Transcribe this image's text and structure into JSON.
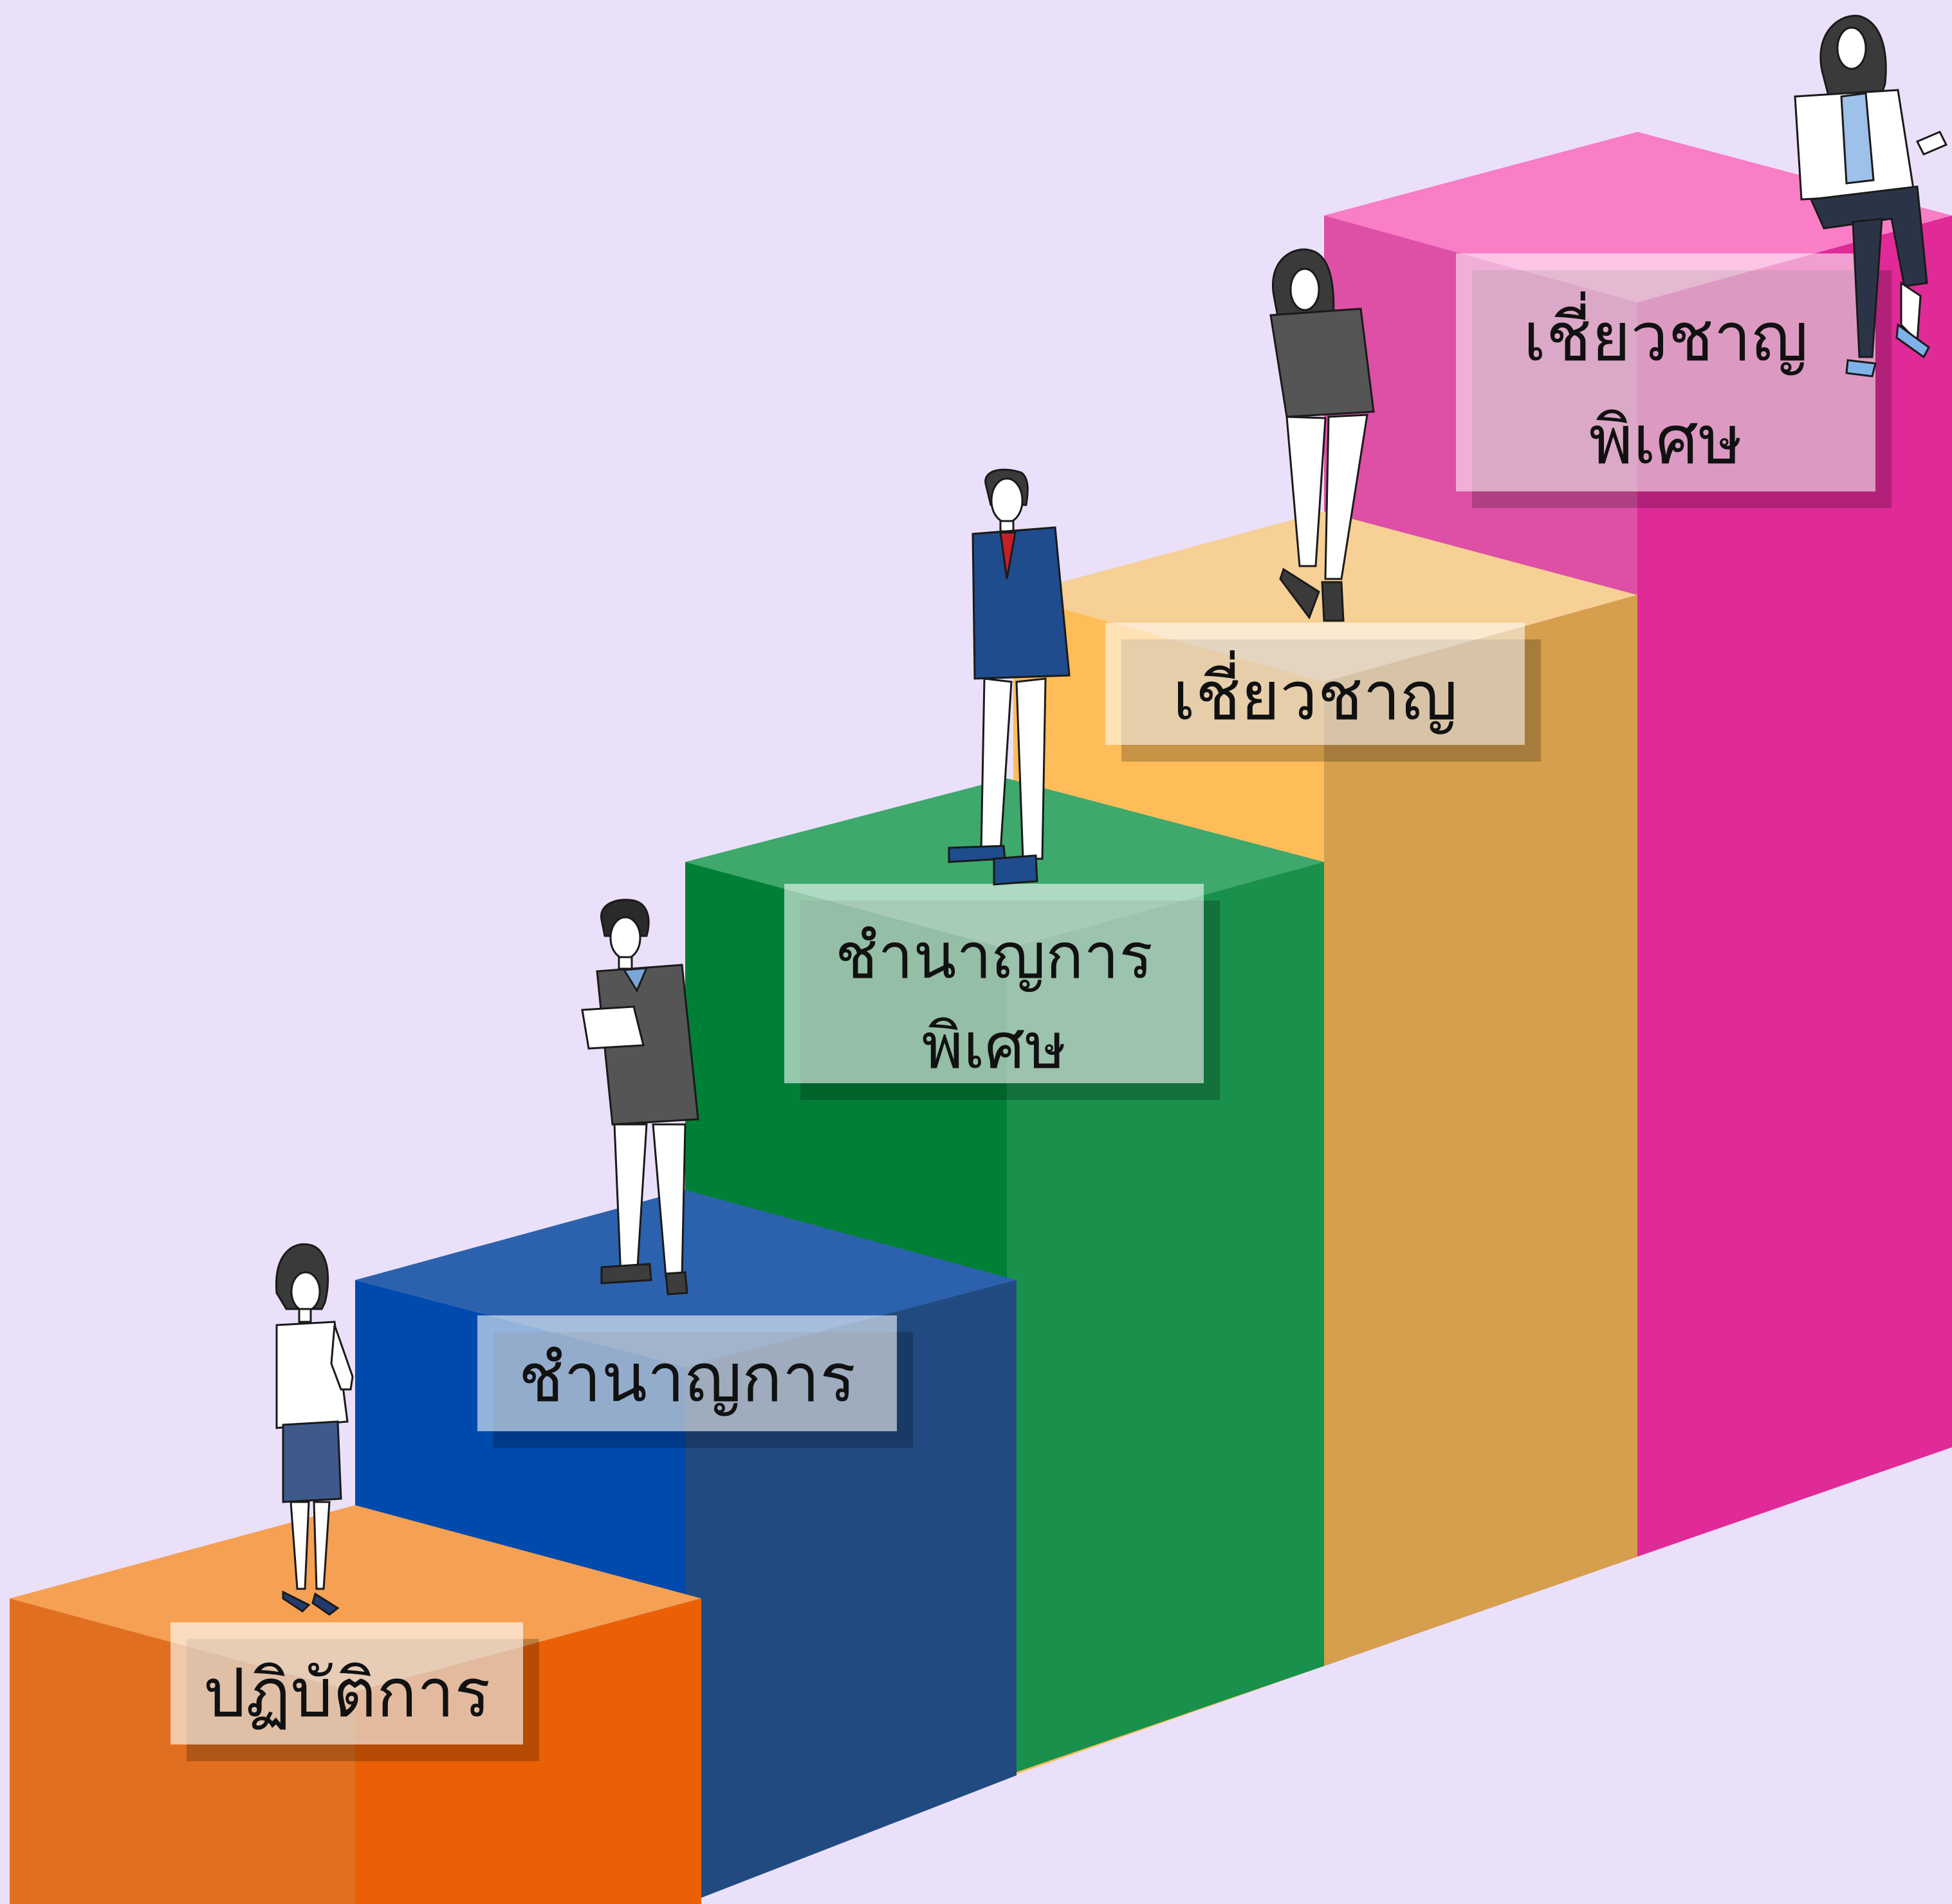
{
  "background_color": "#ebe0fa",
  "steps": [
    {
      "id": "practitioner",
      "lines": [
        "ปฏิบัติการ"
      ],
      "colors": {
        "top": "#f5a052",
        "left": "#e07020",
        "front": "#eb6005",
        "right": "#eb6005"
      },
      "person": "woman-white-jacket-skirt"
    },
    {
      "id": "professional",
      "lines": [
        "ชำนาญการ"
      ],
      "colors": {
        "top": "#2c62ad",
        "left": "#004aad",
        "front": "#214b80",
        "right": "#214b80"
      },
      "person": "man-grey-suit-tablet"
    },
    {
      "id": "senior-professional",
      "lines": [
        "ชำนาญการ",
        "พิเศษ"
      ],
      "colors": {
        "top": "#3ea86d",
        "left": "#008037",
        "front": "#19914d",
        "right": "#19914d"
      },
      "person": "man-navy-suit-red-tie"
    },
    {
      "id": "expert",
      "lines": [
        "เชี่ยวชาญ"
      ],
      "colors": {
        "top": "#f6d095",
        "left": "#ffbd59",
        "front": "#d59f4d",
        "right": "#d59f4d"
      },
      "person": "woman-grey-blazer"
    },
    {
      "id": "advisory",
      "lines": [
        "เชี่ยวชาญ",
        "พิเศษ"
      ],
      "colors": {
        "top": "#f97ec5",
        "left": "#de4fa6",
        "front": "#df2a98",
        "right": "#df2a98"
      },
      "person": "woman-sitting-white-jacket"
    }
  ]
}
